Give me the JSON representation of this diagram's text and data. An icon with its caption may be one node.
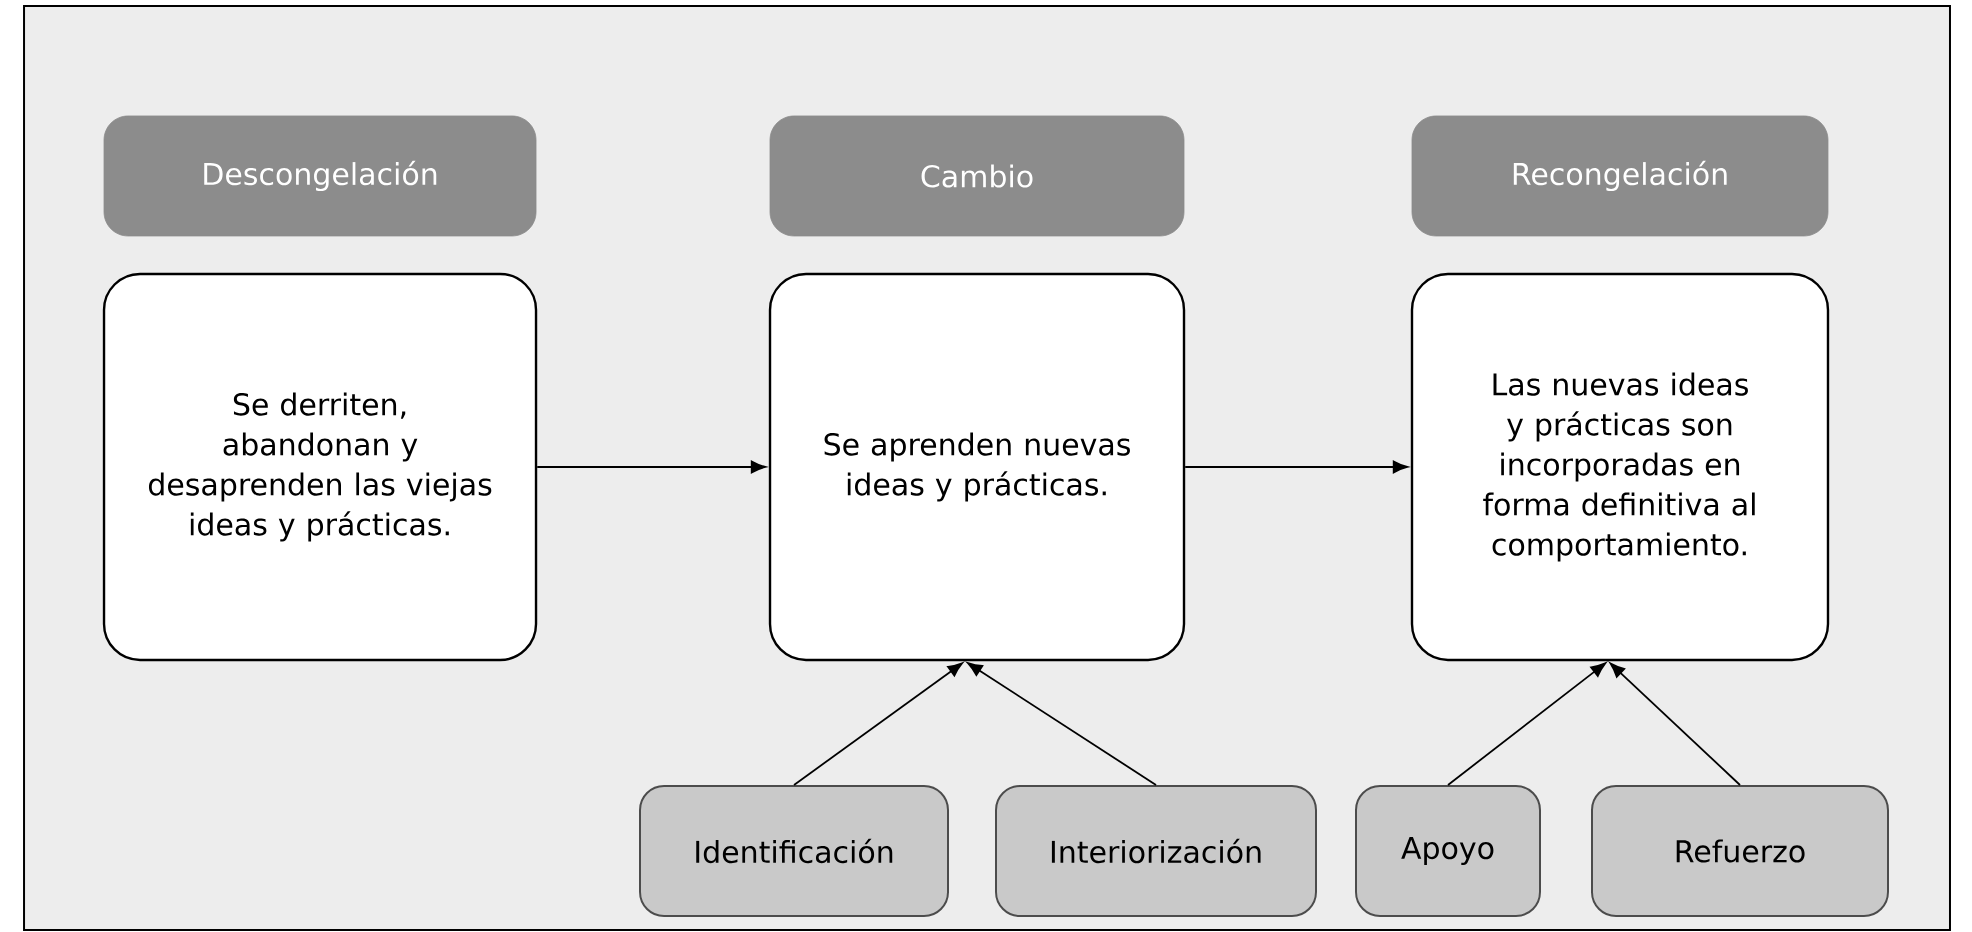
{
  "diagram": {
    "nodes": [
      {
        "text": [
          "Descongelación"
        ]
      },
      {
        "text": [
          "Cambio"
        ]
      },
      {
        "text": [
          "Recongelación"
        ]
      },
      {
        "text": [
          "Se derriten, abandonan y desaprenden las viejas ideas y prácticas."
        ]
      },
      {
        "text": [
          "Se aprenden nuevas ideas y prácticas."
        ]
      },
      {
        "text": [
          "Las nuevas ideas y prácticas son incorporadas en forma definitiva al comportamiento."
        ]
      },
      {
        "text": [
          "Identificación"
        ]
      },
      {
        "text": [
          "Interiorización"
        ]
      },
      {
        "text": [
          "Apoyo"
        ]
      },
      {
        "text": [
          "Refuerzo"
        ]
      }
    ],
    "edges": [
      {
        "from": 3,
        "to": 4,
        "arrow": "to"
      },
      {
        "from": 4,
        "to": 5,
        "arrow": "to"
      },
      {
        "from": 6,
        "to": 4,
        "arrow": "to"
      },
      {
        "from": 7,
        "to": 4,
        "arrow": "to"
      },
      {
        "from": 8,
        "to": 5,
        "arrow": "to"
      },
      {
        "from": 9,
        "to": 5,
        "arrow": "to"
      }
    ]
  }
}
